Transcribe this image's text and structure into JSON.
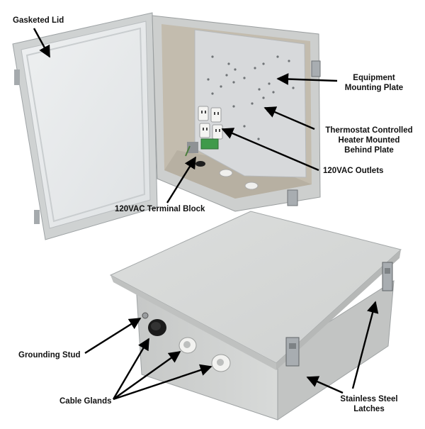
{
  "callouts": {
    "gasketed_lid": "Gasketed Lid",
    "equipment_plate_line1": "Equipment",
    "equipment_plate_line2": "Mounting Plate",
    "thermostat_line1": "Thermostat Controlled",
    "thermostat_line2": "Heater Mounted",
    "thermostat_line3": "Behind Plate",
    "outlets": "120VAC Outlets",
    "terminal_block": "120VAC Terminal Block",
    "grounding_stud": "Grounding Stud",
    "cable_glands": "Cable Glands",
    "latches_line1": "Stainless Steel",
    "latches_line2": "Latches"
  },
  "colors": {
    "enclosure_gray": "#d9dbda",
    "lid_inner": "#e8eaeb",
    "plate_aluminum": "#d6d8da",
    "interior_beige": "#c9c2b4",
    "terminal_green": "#3f9a4a",
    "latch_steel": "#a8adb1",
    "gland_black": "#1b1b1b"
  }
}
